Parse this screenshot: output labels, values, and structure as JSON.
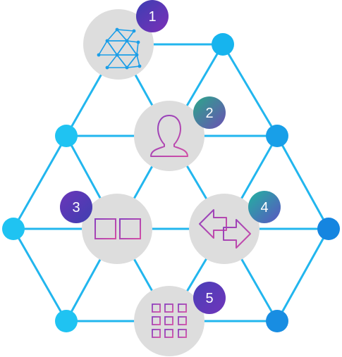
{
  "colors": {
    "edge": "#22b6ee",
    "node_light": "#1fc3f2",
    "node_dark": "#1585e0",
    "hub_fill": "#dddddd",
    "icon_purple": "#8a3fbf",
    "icon_pink": "#d24ea6",
    "icon_blue": "#1b9ee8"
  },
  "hubs": [
    {
      "number": "1",
      "icon": "network-triangles-icon",
      "badge_from": "#3c3fb3",
      "badge_to": "#7b2fb7"
    },
    {
      "number": "2",
      "icon": "user-silhouette-icon",
      "badge_from": "#2aa88a",
      "badge_to": "#6b4fb4"
    },
    {
      "number": "3",
      "icon": "open-book-icon",
      "badge_from": "#6a35b9",
      "badge_to": "#3f3fb0"
    },
    {
      "number": "4",
      "icon": "exchange-arrows-icon",
      "badge_from": "#22b3a0",
      "badge_to": "#5a54c2"
    },
    {
      "number": "5",
      "icon": "block-grid-icon",
      "badge_from": "#4a3fb8",
      "badge_to": "#6f35ba"
    }
  ]
}
